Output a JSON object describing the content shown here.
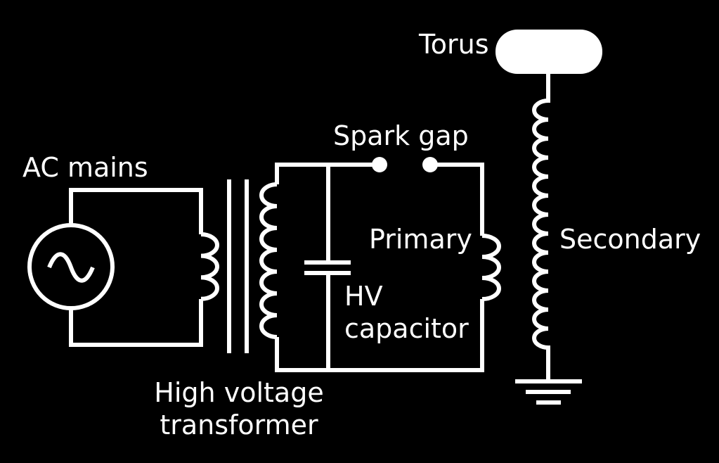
{
  "labels": {
    "torus": "Torus",
    "spark_gap": "Spark gap",
    "ac_mains": "AC mains",
    "primary": "Primary",
    "secondary": "Secondary",
    "hv_capacitor_line1": "HV",
    "hv_capacitor_line2": "capacitor",
    "transformer_line1": "High voltage",
    "transformer_line2": "transformer"
  },
  "colors": {
    "background": "#000000",
    "stroke": "#ffffff"
  }
}
